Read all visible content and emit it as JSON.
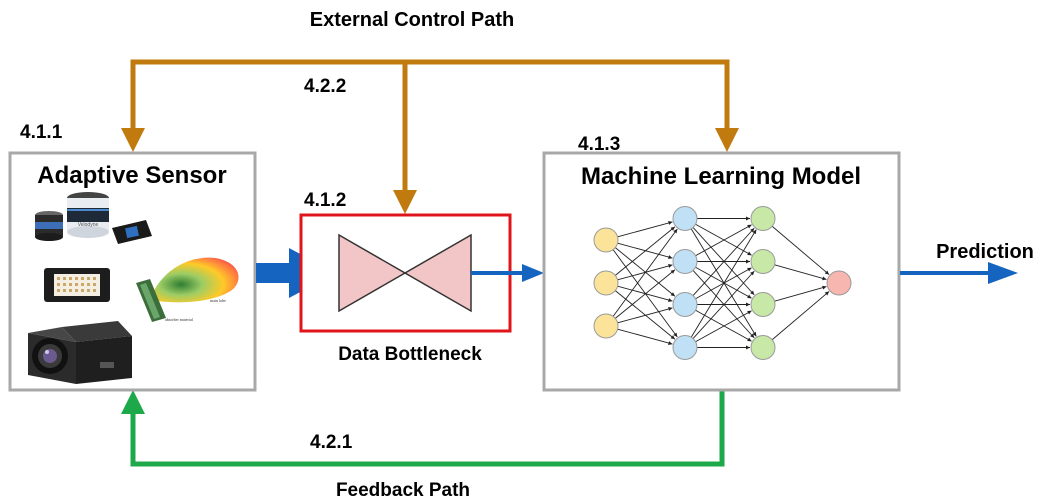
{
  "paths": {
    "external_control": "External Control Path",
    "feedback": "Feedback Path"
  },
  "sections": {
    "s411": "4.1.1",
    "s412": "4.1.2",
    "s413": "4.1.3",
    "s421": "4.2.1",
    "s422": "4.2.2"
  },
  "blocks": {
    "sensor_title": "Adaptive Sensor",
    "bottleneck_label": "Data Bottleneck",
    "model_title": "Machine Learning Model",
    "output_label": "Prediction"
  },
  "sensor_images": {
    "small_text_1": "Velodyne",
    "small_text_2": "main lobe",
    "small_text_3": "absorber material"
  },
  "colors": {
    "control_path": "#C07A0E",
    "feedback_path": "#1DA84A",
    "data_flow": "#1565C0",
    "bottleneck_border": "#E0141B",
    "bottleneck_fill": "#F2C6C6",
    "box_border": "#A8A8A8",
    "node_input": "#FBE49A",
    "node_hidden1": "#BFE0F5",
    "node_hidden2": "#C7E8A6",
    "node_output": "#F7B6B0"
  },
  "network": {
    "layers": [
      3,
      4,
      4,
      1
    ]
  }
}
